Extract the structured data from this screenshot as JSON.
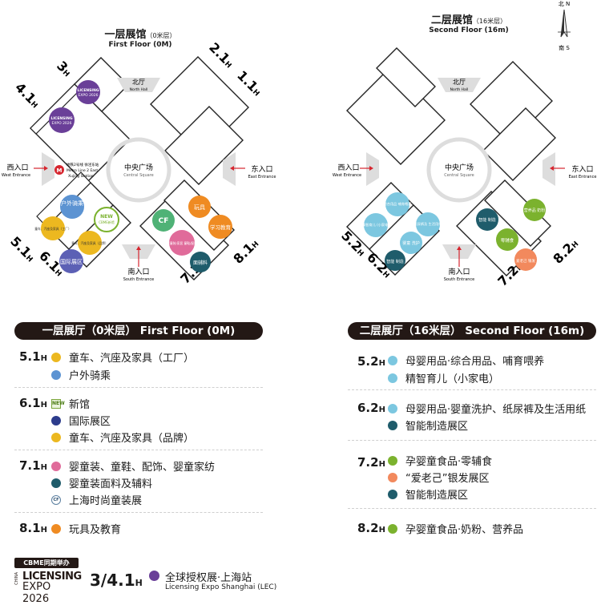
{
  "colors": {
    "yellow": "#ECB820",
    "blue": "#5C93D2",
    "purple": "#6A3F98",
    "navy": "#2C3C8C",
    "pink": "#E06B9A",
    "teal": "#1F5C6B",
    "orange": "#EF8B22",
    "lightblue": "#7CC7E0",
    "green": "#7BB22E",
    "coral": "#F2895D",
    "dark": "#231815"
  },
  "compass": {
    "north": "北 N",
    "south": "南 S"
  },
  "floor1": {
    "title_cn": "一层展馆",
    "title_level": "（0米层）",
    "title_en": "First Floor (0M)",
    "halls": {
      "h3": "3",
      "h41": "4.1",
      "h21": "2.1",
      "h11": "1.1",
      "h51": "5.1",
      "h61": "6.1",
      "h71": "7.1",
      "h81": "8.1",
      "suffix": "H"
    },
    "booths": {
      "lic_line1": "LICENSING",
      "lic_line2": "EXPO 2026",
      "outdoor": "户外骑乘",
      "stroller_factory": "童车、汽座及家具（工厂）",
      "new_label": "NEW",
      "new_sub": "CBME新馆",
      "stroller_brand": "童车、汽座及家具（品牌）",
      "intl": "国际展区",
      "cf": "CF",
      "toys": "玩具",
      "edu": "学习教育",
      "apparel": "婴童装/家居 童鞋/配饰",
      "fabric": "面辅料"
    },
    "metro": {
      "line1": "地铁2号线 徐泾东站",
      "line2": "Metro Line 2 East",
      "line3": "Xujing Station"
    }
  },
  "floor2": {
    "title_cn": "二层展馆",
    "title_level": "（16米层）",
    "title_en": "Second Floor (16m)",
    "halls": {
      "h52": "5.2",
      "h62": "6.2",
      "h72": "7.2",
      "h82": "8.2",
      "suffix": "H"
    },
    "booths": {
      "b52a": "综合用品 哺育喂养",
      "b52b": "精智育儿 (小家电)",
      "b62a": "纸尿裤及 生活用纸",
      "b62b": "婴童 洗护",
      "b62c": "智能 制造",
      "b72a": "智能 制造",
      "b72b": "零辅食",
      "b72c": "爱老己 银发",
      "b82": "营养品 奶粉"
    }
  },
  "map": {
    "north_hall_cn": "北厅",
    "north_hall_en": "North Hall",
    "central_cn": "中央广场",
    "central_en": "Central Square",
    "west_cn": "西入口",
    "west_en": "West Entrance",
    "east_cn": "东入口",
    "east_en": "East Entrance",
    "south_cn": "南入口",
    "south_en": "South Entrance"
  },
  "legend1": {
    "bar": "一层展厅（0米层） First Floor (0M)",
    "g51": {
      "hall": "5.1",
      "items": [
        "童车、汽座及家具（工厂）",
        "户外骑乘"
      ]
    },
    "g61": {
      "hall": "6.1",
      "icon": "NEW",
      "items": [
        "新馆",
        "国际展区",
        "童车、汽座及家具（品牌）"
      ]
    },
    "g71": {
      "hall": "7.1",
      "icon": "CF",
      "items": [
        "婴童装、童鞋、配饰、婴童家纺",
        "婴童装面料及辅料",
        "上海时尚童装展"
      ]
    },
    "g81": {
      "hall": "8.1",
      "items": [
        "玩具及教育"
      ]
    }
  },
  "legend2": {
    "bar": "二层展厅（16米层） Second Floor (16m)",
    "g52": {
      "hall": "5.2",
      "items": [
        "母婴用品·综合用品、哺育喂养",
        "精智育儿（小家电）"
      ]
    },
    "g62": {
      "hall": "6.2",
      "items": [
        "母婴用品·婴童洗护、纸尿裤及生活用纸",
        "智能制造展区"
      ]
    },
    "g72": {
      "hall": "7.2",
      "items": [
        "孕婴童食品·零辅食",
        "“爱老己”银发展区",
        "智能制造展区"
      ]
    },
    "g82": {
      "hall": "8.2",
      "items": [
        "孕婴童食品·奶粉、营养品"
      ]
    }
  },
  "footer": {
    "badge": "CBME同期举办",
    "logo_line1": "LICENSING",
    "logo_line2": "EXPO 2026",
    "logo_side": "CHINA",
    "halls": "3/4.1",
    "suffix": "H",
    "name_cn": "全球授权展·上海站",
    "name_en": "Licensing Expo Shanghai (LEC)"
  }
}
